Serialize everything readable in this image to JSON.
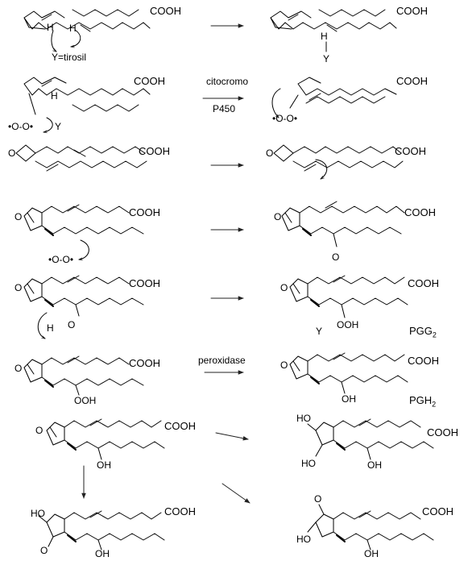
{
  "labels": {
    "cooh": "COOH",
    "h": "H",
    "y": "Y",
    "oh": "OH",
    "ho": "HO",
    "ooh": "OOH",
    "o": "O",
    "radical_pair": "•O-O•",
    "tyrosyl": "Y=tirosil",
    "cyp_line1": "citocromo",
    "cyp_line2": "P450",
    "peroxidase": "peroxidase",
    "pgg2_main": "PGG",
    "pgg2_sub": "2",
    "pgh2_main": "PGH",
    "pgh2_sub": "2"
  },
  "colors": {
    "ink": "#000000",
    "arrow": "#222222",
    "background": "#ffffff"
  }
}
